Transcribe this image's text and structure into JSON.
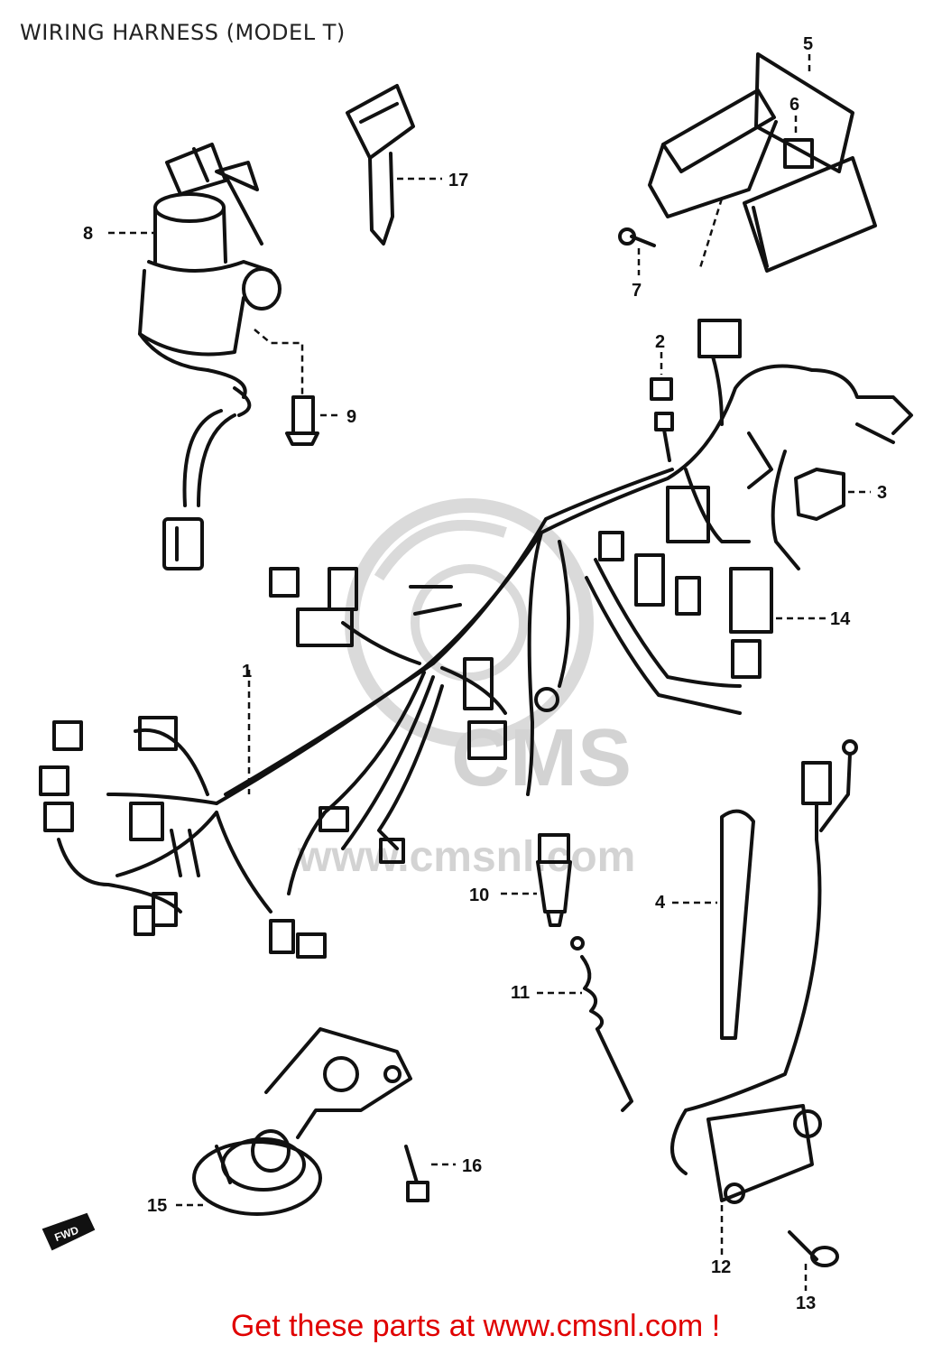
{
  "title": "WIRING HARNESS (MODEL T)",
  "watermark": {
    "brand": "CMS",
    "url": "www.cmsnl.com",
    "color": "#cfcfcf"
  },
  "footer": {
    "text": "Get these parts at www.cmsnl.com !",
    "color": "#e00000"
  },
  "fwd_label": "FWD",
  "callouts": {
    "c1": "1",
    "c2": "2",
    "c3": "3",
    "c4": "4",
    "c5": "5",
    "c6": "6",
    "c7": "7",
    "c8": "8",
    "c9": "9",
    "c10": "10",
    "c11": "11",
    "c12": "12",
    "c13": "13",
    "c14": "14",
    "c15": "15",
    "c16": "16",
    "c17": "17"
  }
}
